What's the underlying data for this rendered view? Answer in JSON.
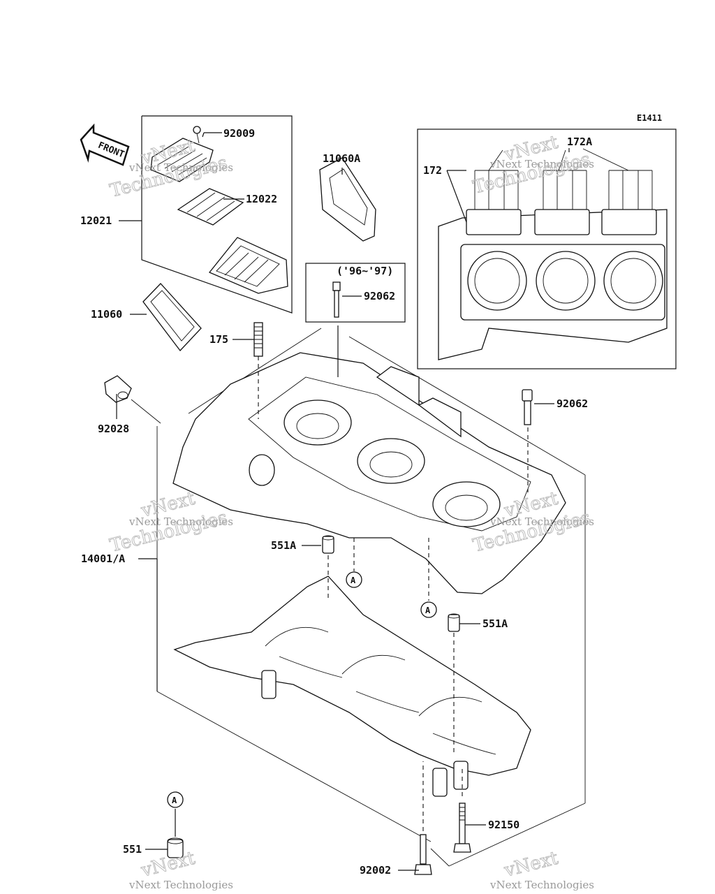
{
  "diagram_code": "E1411",
  "front_label": "FRONT",
  "year_note": "('96~'97)",
  "callouts": {
    "p92009": "92009",
    "p12022": "12022",
    "p12021": "12021",
    "p11060": "11060",
    "p11060A": "11060A",
    "p92062_top": "92062",
    "p175": "175",
    "p172A": "172A",
    "p172": "172",
    "p92028": "92028",
    "p92062": "92062",
    "p551A_left": "551A",
    "p551A_right": "551A",
    "p14001A": "14001/A",
    "p92150": "92150",
    "p551": "551",
    "p92002": "92002"
  },
  "markers": {
    "a1": "A",
    "a2": "A",
    "a3": "A"
  },
  "watermark": {
    "brand": "vNext",
    "line1": "vNext Technologies",
    "line2": "Technologies"
  }
}
